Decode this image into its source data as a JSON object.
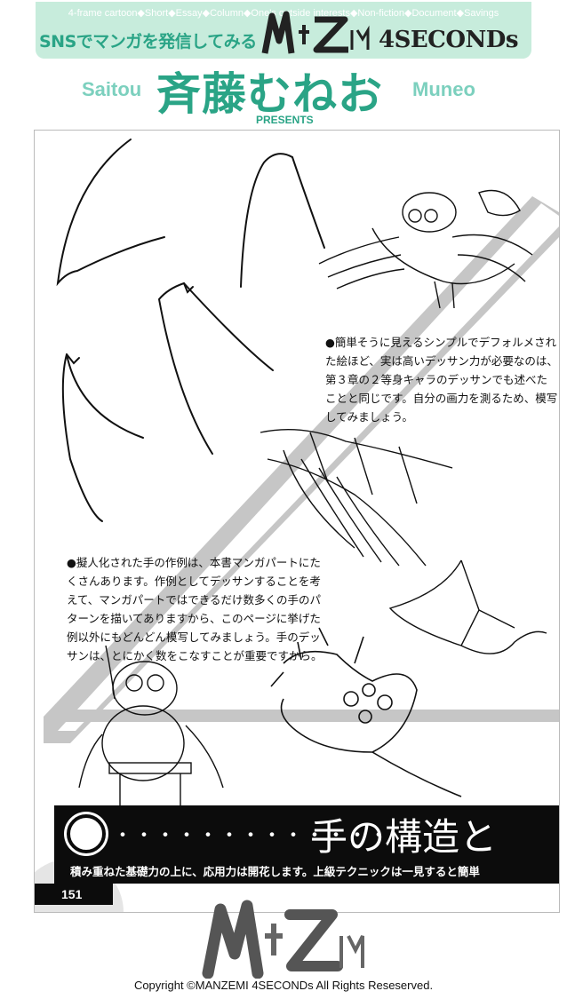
{
  "header": {
    "categories": "4-frame cartoon◆Short◆Essay◆Column◆One's outside interests◆Non-fiction◆Document◆Savings",
    "series_label": "SNSでマンガを発信してみる",
    "brand": "4SECONDs"
  },
  "author": {
    "first": "Saitou",
    "name_jp": "斉藤むねお",
    "last": "Muneo",
    "presents": "PRESENTS"
  },
  "page": {
    "text_block_1": "●簡単そうに見えるシンプルでデフォルメされた絵ほど、実は高いデッサン力が必要なのは、第３章の２等身キャラのデッサンでも述べたことと同じです。自分の画力を測るため、模写してみましょう。",
    "text_block_2": "●擬人化された手の作例は、本書マンガパートにたくさんあります。作例としてデッサンすることを考えて、マンガパートではできるだけ数多くの手のパターンを描いてありますから、このページに挙げた例以外にもどんどん模写してみましょう。手のデッサンは、とにかく数をこなすことが重要ですから。",
    "banner_dots": "・・・・・・・・・・・・・",
    "banner_title": "手の構造と",
    "banner_subtitle": "積み重ねた基礎力の上に、応用力は開花します。上級テクニックは一見すると簡単",
    "page_number": "151"
  },
  "footer": {
    "copyright": "Copyright ©MANZEMI 4SECONDs All Rights Reseserved."
  },
  "colors": {
    "accent": "#2aa486",
    "accent_light": "#7cd0be",
    "header_bg": "#c7ecdc",
    "banner_bg": "#0c0c0c"
  }
}
